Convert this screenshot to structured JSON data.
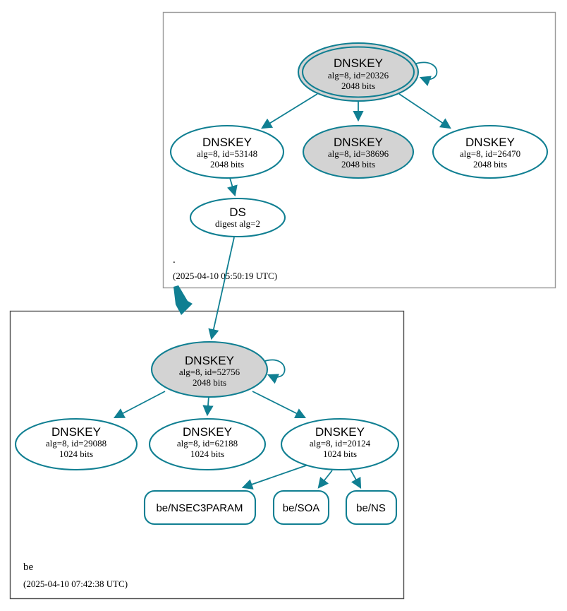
{
  "colors": {
    "edge_secure": "#107f92",
    "ksk_fill": "#d3d3d3",
    "node_fill": "#ffffff",
    "root_box_border": "#9a9a9a",
    "be_box_border": "#4f4f4f"
  },
  "zone_root": {
    "label": ".",
    "timestamp": "(2025-04-10 05:50:19 UTC)",
    "ksk": {
      "title": "DNSKEY",
      "detail": "alg=8, id=20326",
      "size": "2048 bits"
    },
    "zsk1": {
      "title": "DNSKEY",
      "detail": "alg=8, id=53148",
      "size": "2048 bits"
    },
    "zsk2": {
      "title": "DNSKEY",
      "detail": "alg=8, id=38696",
      "size": "2048 bits"
    },
    "zsk3": {
      "title": "DNSKEY",
      "detail": "alg=8, id=26470",
      "size": "2048 bits"
    },
    "ds": {
      "title": "DS",
      "detail": "digest alg=2"
    }
  },
  "zone_be": {
    "label": "be",
    "timestamp": "(2025-04-10 07:42:38 UTC)",
    "ksk": {
      "title": "DNSKEY",
      "detail": "alg=8, id=52756",
      "size": "2048 bits"
    },
    "zsk1": {
      "title": "DNSKEY",
      "detail": "alg=8, id=29088",
      "size": "1024 bits"
    },
    "zsk2": {
      "title": "DNSKEY",
      "detail": "alg=8, id=62188",
      "size": "1024 bits"
    },
    "zsk3": {
      "title": "DNSKEY",
      "detail": "alg=8, id=20124",
      "size": "1024 bits"
    },
    "rrsets": [
      {
        "label": "be/NSEC3PARAM"
      },
      {
        "label": "be/SOA"
      },
      {
        "label": "be/NS"
      }
    ]
  }
}
